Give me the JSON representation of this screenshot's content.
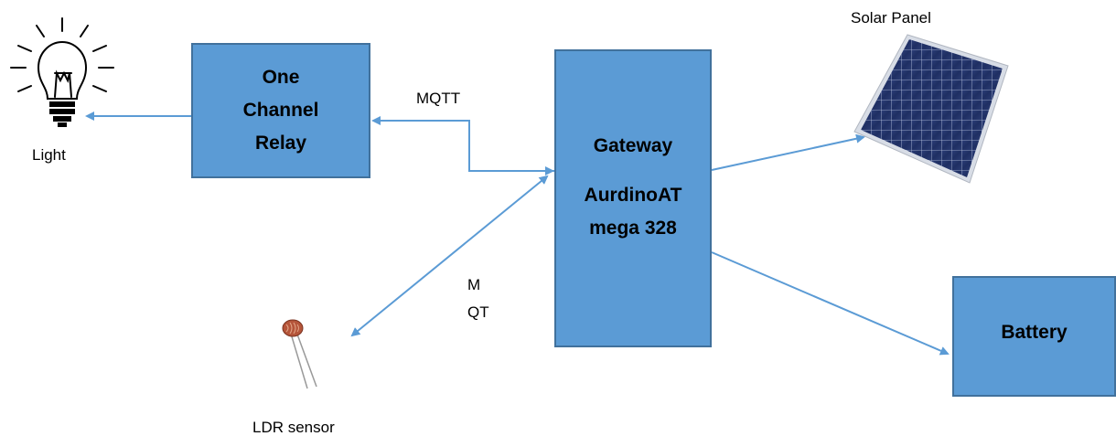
{
  "nodes": {
    "relay": {
      "lines": [
        "One",
        "Channel",
        "Relay"
      ]
    },
    "gateway": {
      "title": "Gateway",
      "lines": [
        "AurdinoAT",
        "mega 328"
      ]
    },
    "battery": {
      "label": "Battery"
    }
  },
  "labels": {
    "light": "Light",
    "solar_panel": "Solar Panel",
    "ldr_sensor": "LDR sensor",
    "mqtt_top": "MQTT",
    "mqtt_bottom_line1": "M",
    "mqtt_bottom_line2": "QT"
  },
  "icons": {
    "light": "light-bulb-icon",
    "solar": "solar-panel-icon",
    "ldr": "ldr-sensor-icon"
  },
  "colors": {
    "box_fill": "#5b9bd5",
    "box_border": "#41719c",
    "arrow": "#5b9bd5"
  }
}
